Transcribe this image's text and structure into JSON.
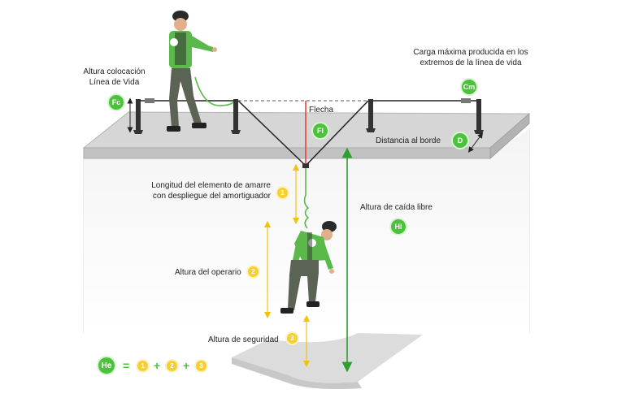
{
  "labels": {
    "altura_colocacion": [
      "Altura colocación",
      "Línea de Vida"
    ],
    "carga_maxima": [
      "Carga máxima producida en los",
      "extremos de la línea de vida"
    ],
    "flecha": "Flecha",
    "distancia_borde": "Distancia al borde",
    "longitud_elemento": [
      "Longitud del elemento de amarre",
      "con despliegue del amortiguador"
    ],
    "altura_caida": "Altura de caída libre",
    "altura_operario": "Altura del operario",
    "altura_seguridad": "Altura de seguridad"
  },
  "badges": {
    "fc": "Fc",
    "cm": "Cm",
    "fl": "Fl",
    "d": "D",
    "hl": "Hl",
    "he": "He",
    "one": "1",
    "two": "2",
    "three": "3"
  },
  "formula": {
    "equals": "=",
    "plus": "+",
    "terms": [
      "1",
      "2",
      "3"
    ]
  },
  "colors": {
    "badge_green": "#4cc13c",
    "badge_yellow": "#f7cf2e",
    "suit_green": "#5ab94a",
    "trousers": "#5b6355",
    "flecha_line": "#e53935",
    "free_fall_arrow": "#2e9e2e",
    "measure_yellow": "#f4c20d"
  }
}
